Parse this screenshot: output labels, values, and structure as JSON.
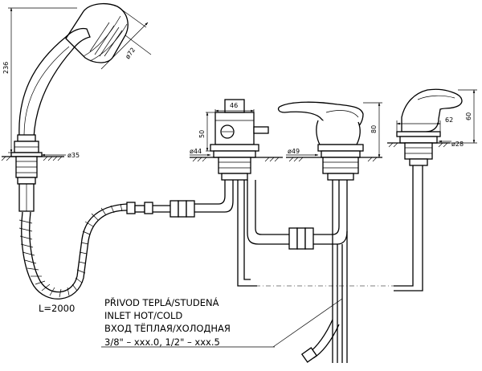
{
  "dimensions": {
    "shower_height": "236",
    "shower_head_dia": "ø72",
    "hand_base_dia": "ø35",
    "hose_length": "L=2000",
    "valve_width": "46",
    "valve_height": "50",
    "valve_base_dia": "ø44",
    "spout_base_dia": "ø49",
    "spout_height": "80",
    "mixer_width": "62",
    "mixer_height": "60",
    "mixer_base_dia": "ø28"
  },
  "caption": {
    "line1": "PŘIVOD TEPLÁ/STUDENÁ",
    "line2": "INLET HOT/COLD",
    "line3": "ВХОД ТЁПЛАЯ/ХОЛОДНАЯ",
    "line4": "3/8\" – xxx.0, 1/2\" – xxx.5"
  }
}
